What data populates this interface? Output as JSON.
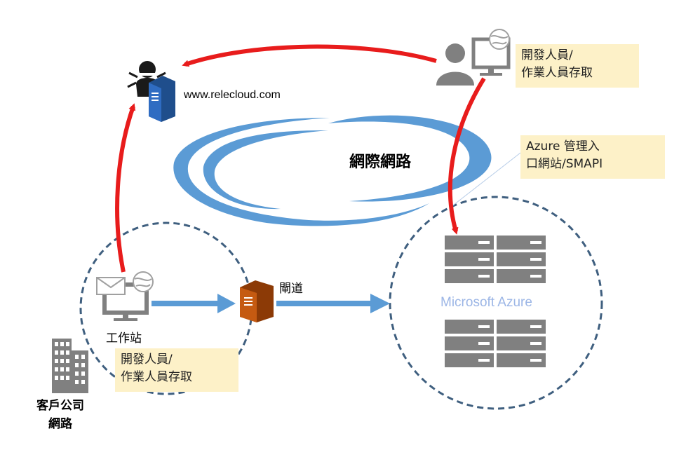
{
  "labels": {
    "site_url": "www.relecloud.com",
    "internet": "網際網路",
    "gateway": "閘道",
    "workstation": "工作站",
    "azure": "Microsoft Azure",
    "corp_network": [
      "客戶公司",
      "網路"
    ]
  },
  "notes": {
    "dev_ops_top": [
      "開發人員/",
      "作業人員存取"
    ],
    "azure_portal": [
      "Azure 管理入",
      "口網站/SMAPI"
    ],
    "dev_ops_corp": [
      "開發人員/",
      "作業人員存取"
    ]
  },
  "colors": {
    "attack_arrow": "#e81c1c",
    "flow_arrow": "#5b9bd5",
    "cloud": "#5b9bd5",
    "boundary": "#3f5f7f",
    "server": "#808080",
    "note_bg": "#fdf1c8",
    "gateway_server": "#c55a11",
    "web_server": "#2f5fa8"
  },
  "icons": [
    "hacker-icon",
    "web-server-icon",
    "developer-icon",
    "monitor-icon",
    "globe-icon",
    "mail-icon",
    "gateway-server-icon",
    "building-icon",
    "server-rack-icon"
  ]
}
